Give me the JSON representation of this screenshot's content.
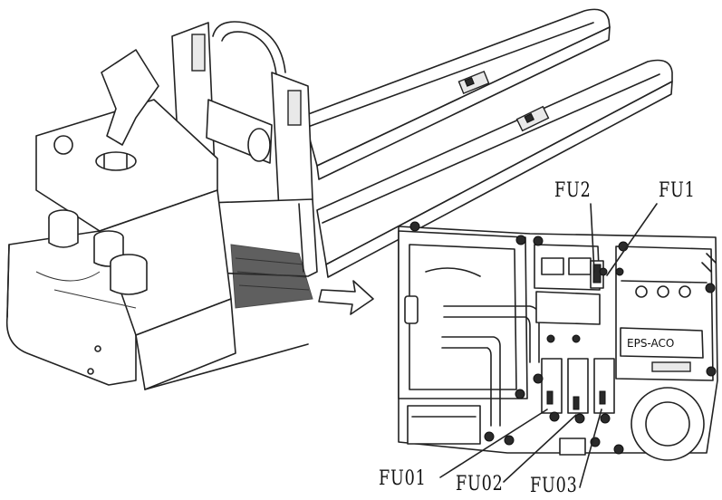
{
  "labels": {
    "fu2": "FU2",
    "fu1": "FU1",
    "fu01": "FU01",
    "fu02": "FU02",
    "fu03": "FU03"
  },
  "module_text": "EPS-ACO",
  "colors": {
    "line": "#222222",
    "background": "#ffffff"
  }
}
